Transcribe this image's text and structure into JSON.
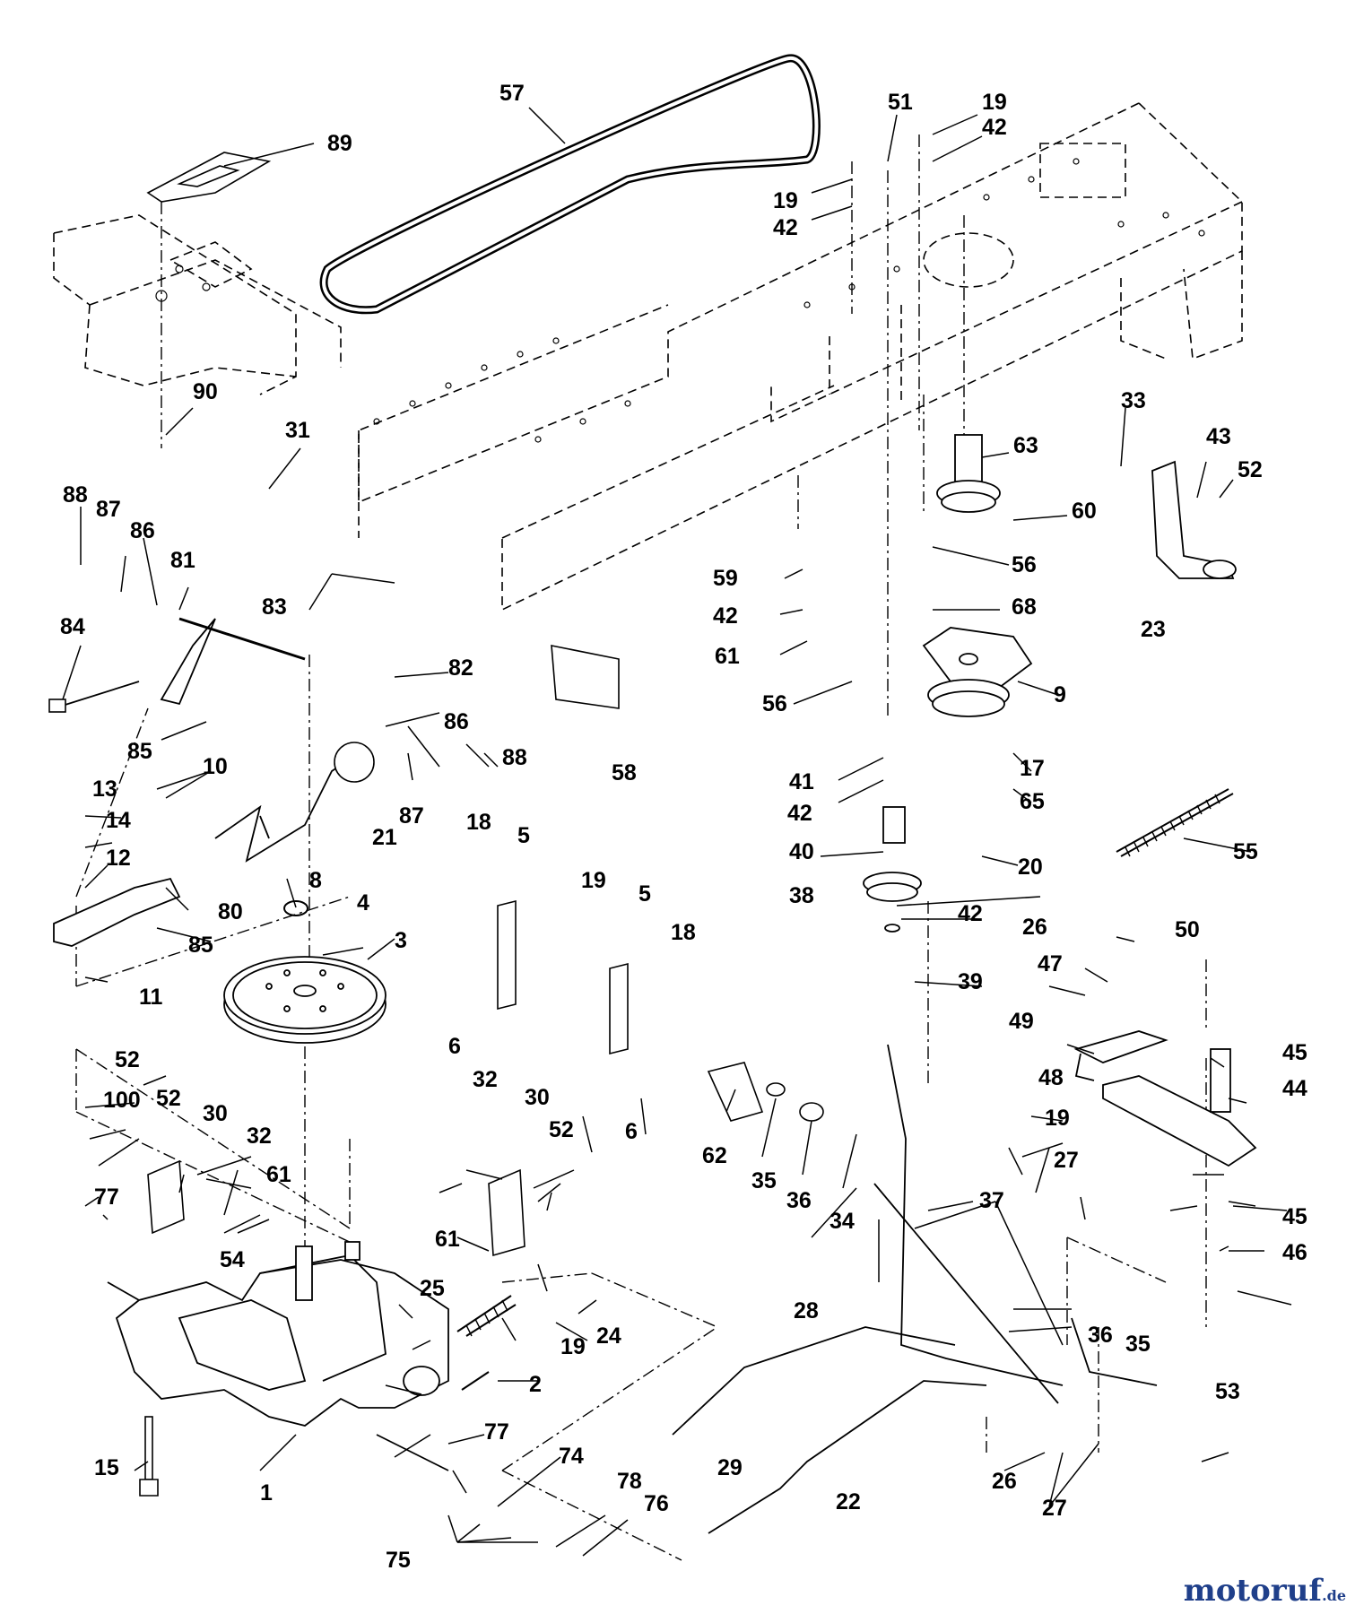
{
  "labels": [
    "1",
    "2",
    "3",
    "4",
    "5",
    "6",
    "8",
    "9",
    "10",
    "11",
    "12",
    "13",
    "14",
    "15",
    "17",
    "18",
    "19",
    "20",
    "21",
    "22",
    "23",
    "24",
    "25",
    "26",
    "27",
    "28",
    "29",
    "30",
    "31",
    "32",
    "33",
    "34",
    "35",
    "36",
    "37",
    "38",
    "39",
    "40",
    "41",
    "42",
    "43",
    "44",
    "45",
    "46",
    "47",
    "48",
    "49",
    "50",
    "51",
    "52",
    "53",
    "54",
    "55",
    "56",
    "57",
    "58",
    "59",
    "60",
    "61",
    "62",
    "63",
    "65",
    "68",
    "74",
    "75",
    "76",
    "77",
    "78",
    "80",
    "81",
    "82",
    "83",
    "84",
    "85",
    "86",
    "87",
    "88",
    "89",
    "90",
    "100"
  ],
  "watermark": {
    "name": "motoruf",
    "suffix": ".de",
    "color": "#1f3f8a"
  }
}
